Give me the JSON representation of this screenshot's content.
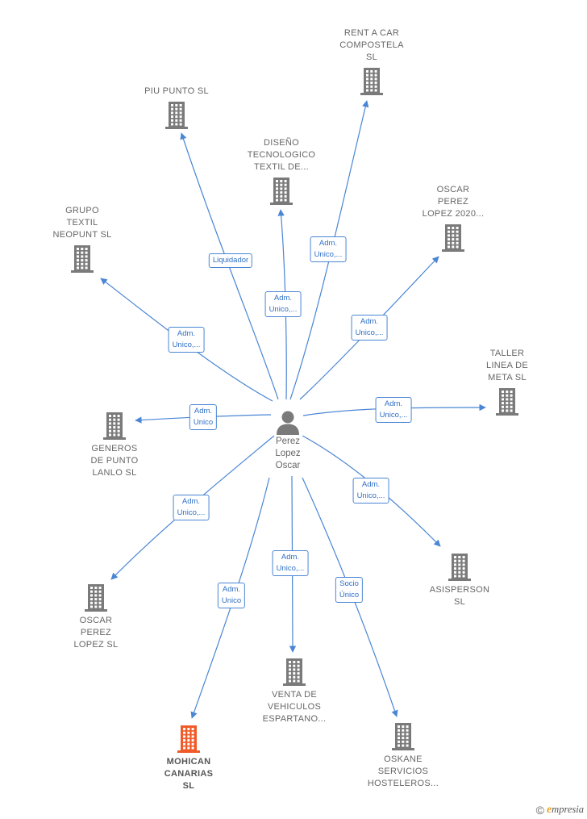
{
  "colors": {
    "edge": "#4a86d4",
    "building": "#7a7a7a",
    "building_focus": "#f05a28",
    "person": "#7a7a7a"
  },
  "person": {
    "lines": [
      "Perez",
      "Lopez",
      "Oscar"
    ],
    "icon": "person-icon"
  },
  "companies": [
    {
      "id": "rent-a-car-compostela",
      "lines": [
        "RENT A CAR",
        "COMPOSTELA",
        "SL"
      ],
      "focus": false,
      "relation": [
        "Adm.",
        "Unico,..."
      ]
    },
    {
      "id": "piu-punto",
      "lines": [
        "PIU PUNTO SL"
      ],
      "focus": false,
      "relation": [
        "Liquidador"
      ]
    },
    {
      "id": "diseno-tecnologico-textil",
      "lines": [
        "DISEÑO",
        "TECNOLOGICO",
        "TEXTIL DE..."
      ],
      "focus": false,
      "relation": [
        "Adm.",
        "Unico,..."
      ]
    },
    {
      "id": "oscar-perez-lopez-2020",
      "lines": [
        "OSCAR",
        "PEREZ",
        "LOPEZ 2020..."
      ],
      "focus": false,
      "relation": [
        "Adm.",
        "Unico,..."
      ]
    },
    {
      "id": "grupo-textil-neopunt",
      "lines": [
        "GRUPO",
        "TEXTIL",
        "NEOPUNT  SL"
      ],
      "focus": false,
      "relation": [
        "Adm.",
        "Unico,..."
      ]
    },
    {
      "id": "taller-linea-de-meta",
      "lines": [
        "TALLER",
        "LINEA DE",
        "META  SL"
      ],
      "focus": false,
      "relation": [
        "Adm.",
        "Unico,..."
      ]
    },
    {
      "id": "generos-de-punto-lanlo",
      "lines": [
        "GENEROS",
        "DE PUNTO",
        "LANLO  SL"
      ],
      "focus": false,
      "relation": [
        "Adm.",
        "Unico"
      ]
    },
    {
      "id": "asisperson",
      "lines": [
        "ASISPERSON",
        "SL"
      ],
      "focus": false,
      "relation": [
        "Adm.",
        "Unico,..."
      ]
    },
    {
      "id": "oscar-perez-lopez",
      "lines": [
        "OSCAR",
        "PEREZ",
        "LOPEZ  SL"
      ],
      "focus": false,
      "relation": [
        "Adm.",
        "Unico,..."
      ]
    },
    {
      "id": "venta-de-vehiculos-espartano",
      "lines": [
        "VENTA DE",
        "VEHICULOS",
        "ESPARTANO..."
      ],
      "focus": false,
      "relation": [
        "Adm.",
        "Unico,..."
      ]
    },
    {
      "id": "oskane-servicios-hosteleros",
      "lines": [
        "OSKANE",
        "SERVICIOS",
        "HOSTELEROS..."
      ],
      "focus": false,
      "relation": [
        "Socio",
        "Único"
      ]
    },
    {
      "id": "mohican-canarias",
      "lines": [
        "MOHICAN",
        "CANARIAS",
        "SL"
      ],
      "focus": true,
      "relation": [
        "Adm.",
        "Unico"
      ]
    }
  ],
  "footer": {
    "copyright_symbol": "©",
    "brand_initial": "e",
    "brand_rest": "mpresia"
  }
}
